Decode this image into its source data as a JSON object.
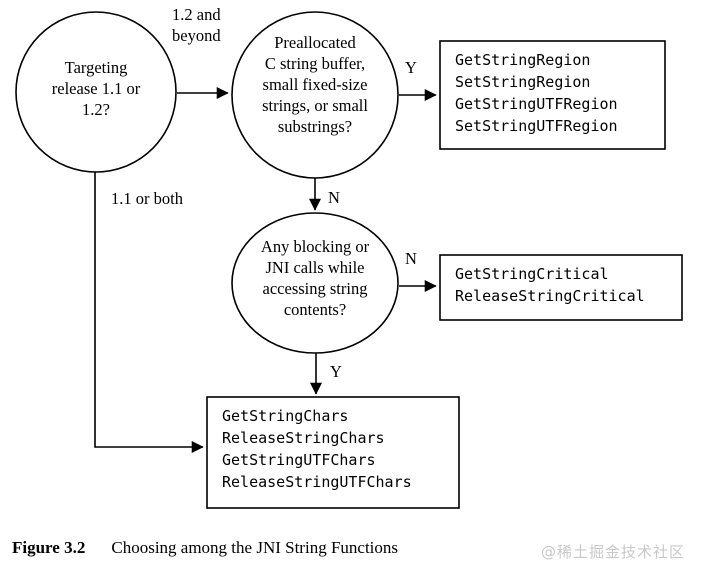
{
  "figure": {
    "label": "Figure 3.2",
    "title": "Choosing among the JNI String Functions",
    "watermark": "@稀土掘金技术社区"
  },
  "colors": {
    "stroke": "#000000",
    "background": "#ffffff",
    "watermark": "#c9c9c9"
  },
  "nodes": {
    "decision_release": {
      "type": "decision-circle",
      "text": "Targeting\nrelease 1.1 or\n1.2?"
    },
    "decision_preallocated": {
      "type": "decision-circle",
      "text": "Preallocated\nC string buffer,\nsmall fixed-size\nstrings, or small\nsubstrings?"
    },
    "decision_blocking": {
      "type": "decision-circle",
      "text": "Any blocking or\nJNI  calls  while\naccessing  string\ncontents?"
    },
    "result_region": {
      "type": "result-box",
      "lines": [
        "GetStringRegion",
        "SetStringRegion",
        "GetStringUTFRegion",
        "SetStringUTFRegion"
      ]
    },
    "result_critical": {
      "type": "result-box",
      "lines": [
        "GetStringCritical",
        "ReleaseStringCritical"
      ]
    },
    "result_chars": {
      "type": "result-box",
      "lines": [
        "GetStringChars",
        "ReleaseStringChars",
        "GetStringUTFChars",
        "ReleaseStringUTFChars"
      ]
    }
  },
  "edges": {
    "release_to_preallocated": "1.2 and\nbeyond",
    "release_to_chars": "1.1 or both",
    "preallocated_yes": "Y",
    "preallocated_no": "N",
    "blocking_no": "N",
    "blocking_yes": "Y"
  }
}
